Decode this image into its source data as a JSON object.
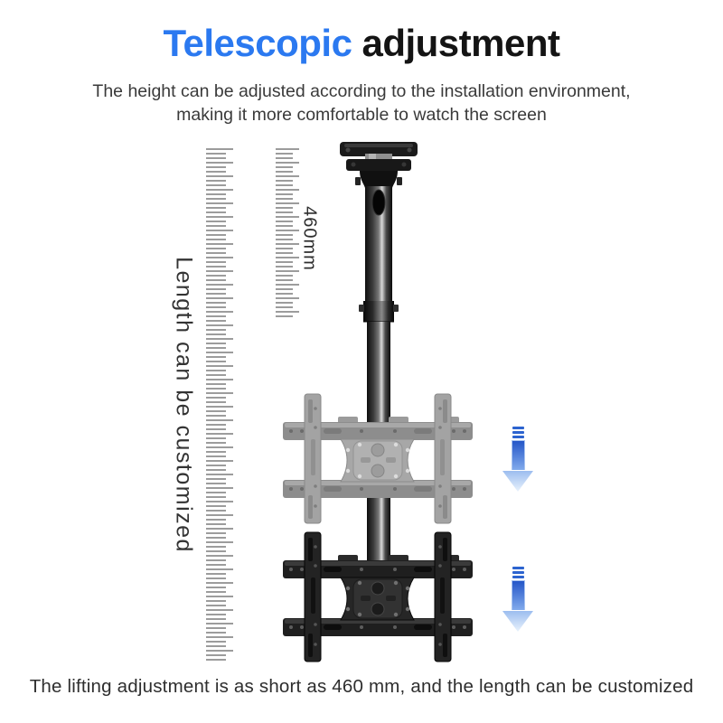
{
  "header": {
    "title": {
      "highlight": "Telescopic",
      "rest": "adjustment"
    },
    "subtitle": {
      "line1": "The height can be adjusted according to the installation environment,",
      "line2": "making it more comfortable to watch the screen"
    }
  },
  "figure": {
    "side_label": "Length can be customized",
    "measurement_label": "460mm",
    "arrows": [
      {
        "icon": "down-arrow",
        "direction": "down"
      },
      {
        "icon": "down-arrow",
        "direction": "down"
      }
    ]
  },
  "footer": {
    "caption": "The lifting adjustment is as short as 460 mm, and the length can be customized"
  },
  "icons": {
    "down_arrow": "▼"
  },
  "colors": {
    "title_accent": "#2b79f0",
    "title_text": "#141414",
    "body_text": "#3a3a3a",
    "arrow_blue": "#2c63cf",
    "ruler_tick": "#9c9c9c",
    "background": "#ffffff"
  }
}
